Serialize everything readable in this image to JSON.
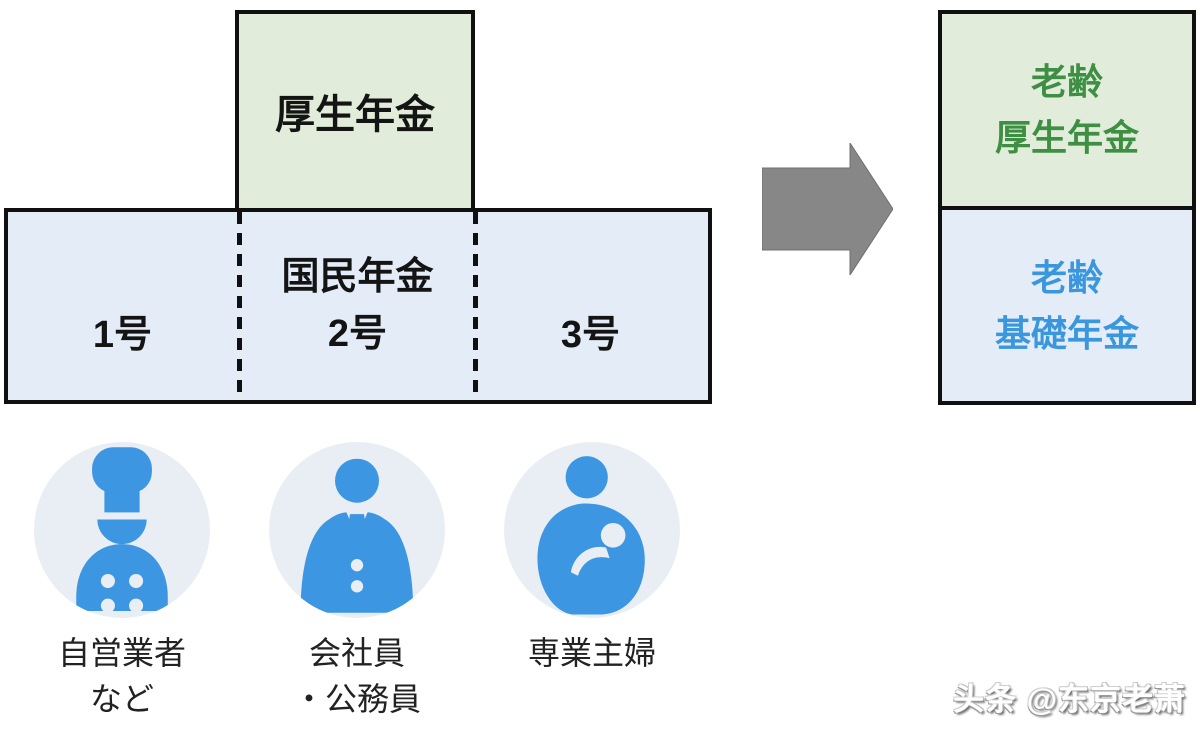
{
  "pension_chart": {
    "second_tier_box": "厚生年金",
    "first_tier_box": {
      "title": "国民年金",
      "sections": [
        "1号",
        "2号",
        "3号"
      ]
    },
    "benefit_boxes": [
      {
        "line1": "老齢",
        "line2": "厚生年金"
      },
      {
        "line1": "老齢",
        "line2": "基礎年金"
      }
    ],
    "persons": [
      {
        "icon": "chef-icon",
        "line1": "自営業者",
        "line2": "など"
      },
      {
        "icon": "office-worker-icon",
        "line1": "会社員",
        "line2": "・公務員"
      },
      {
        "icon": "mother-icon",
        "line1": "専業主婦",
        "line2": ""
      }
    ]
  },
  "colors": {
    "box_border": "#101010",
    "light_green_bg": "#e1edda",
    "light_blue_bg": "#e4edf7",
    "green_text": "#3e8e43",
    "blue_text": "#3a97de",
    "icon_blue": "#3c96e1",
    "icon_circle_bg": "#e9eef4",
    "arrow_gray": "#878787"
  },
  "watermark": {
    "text": "头条 @东京老萧"
  }
}
